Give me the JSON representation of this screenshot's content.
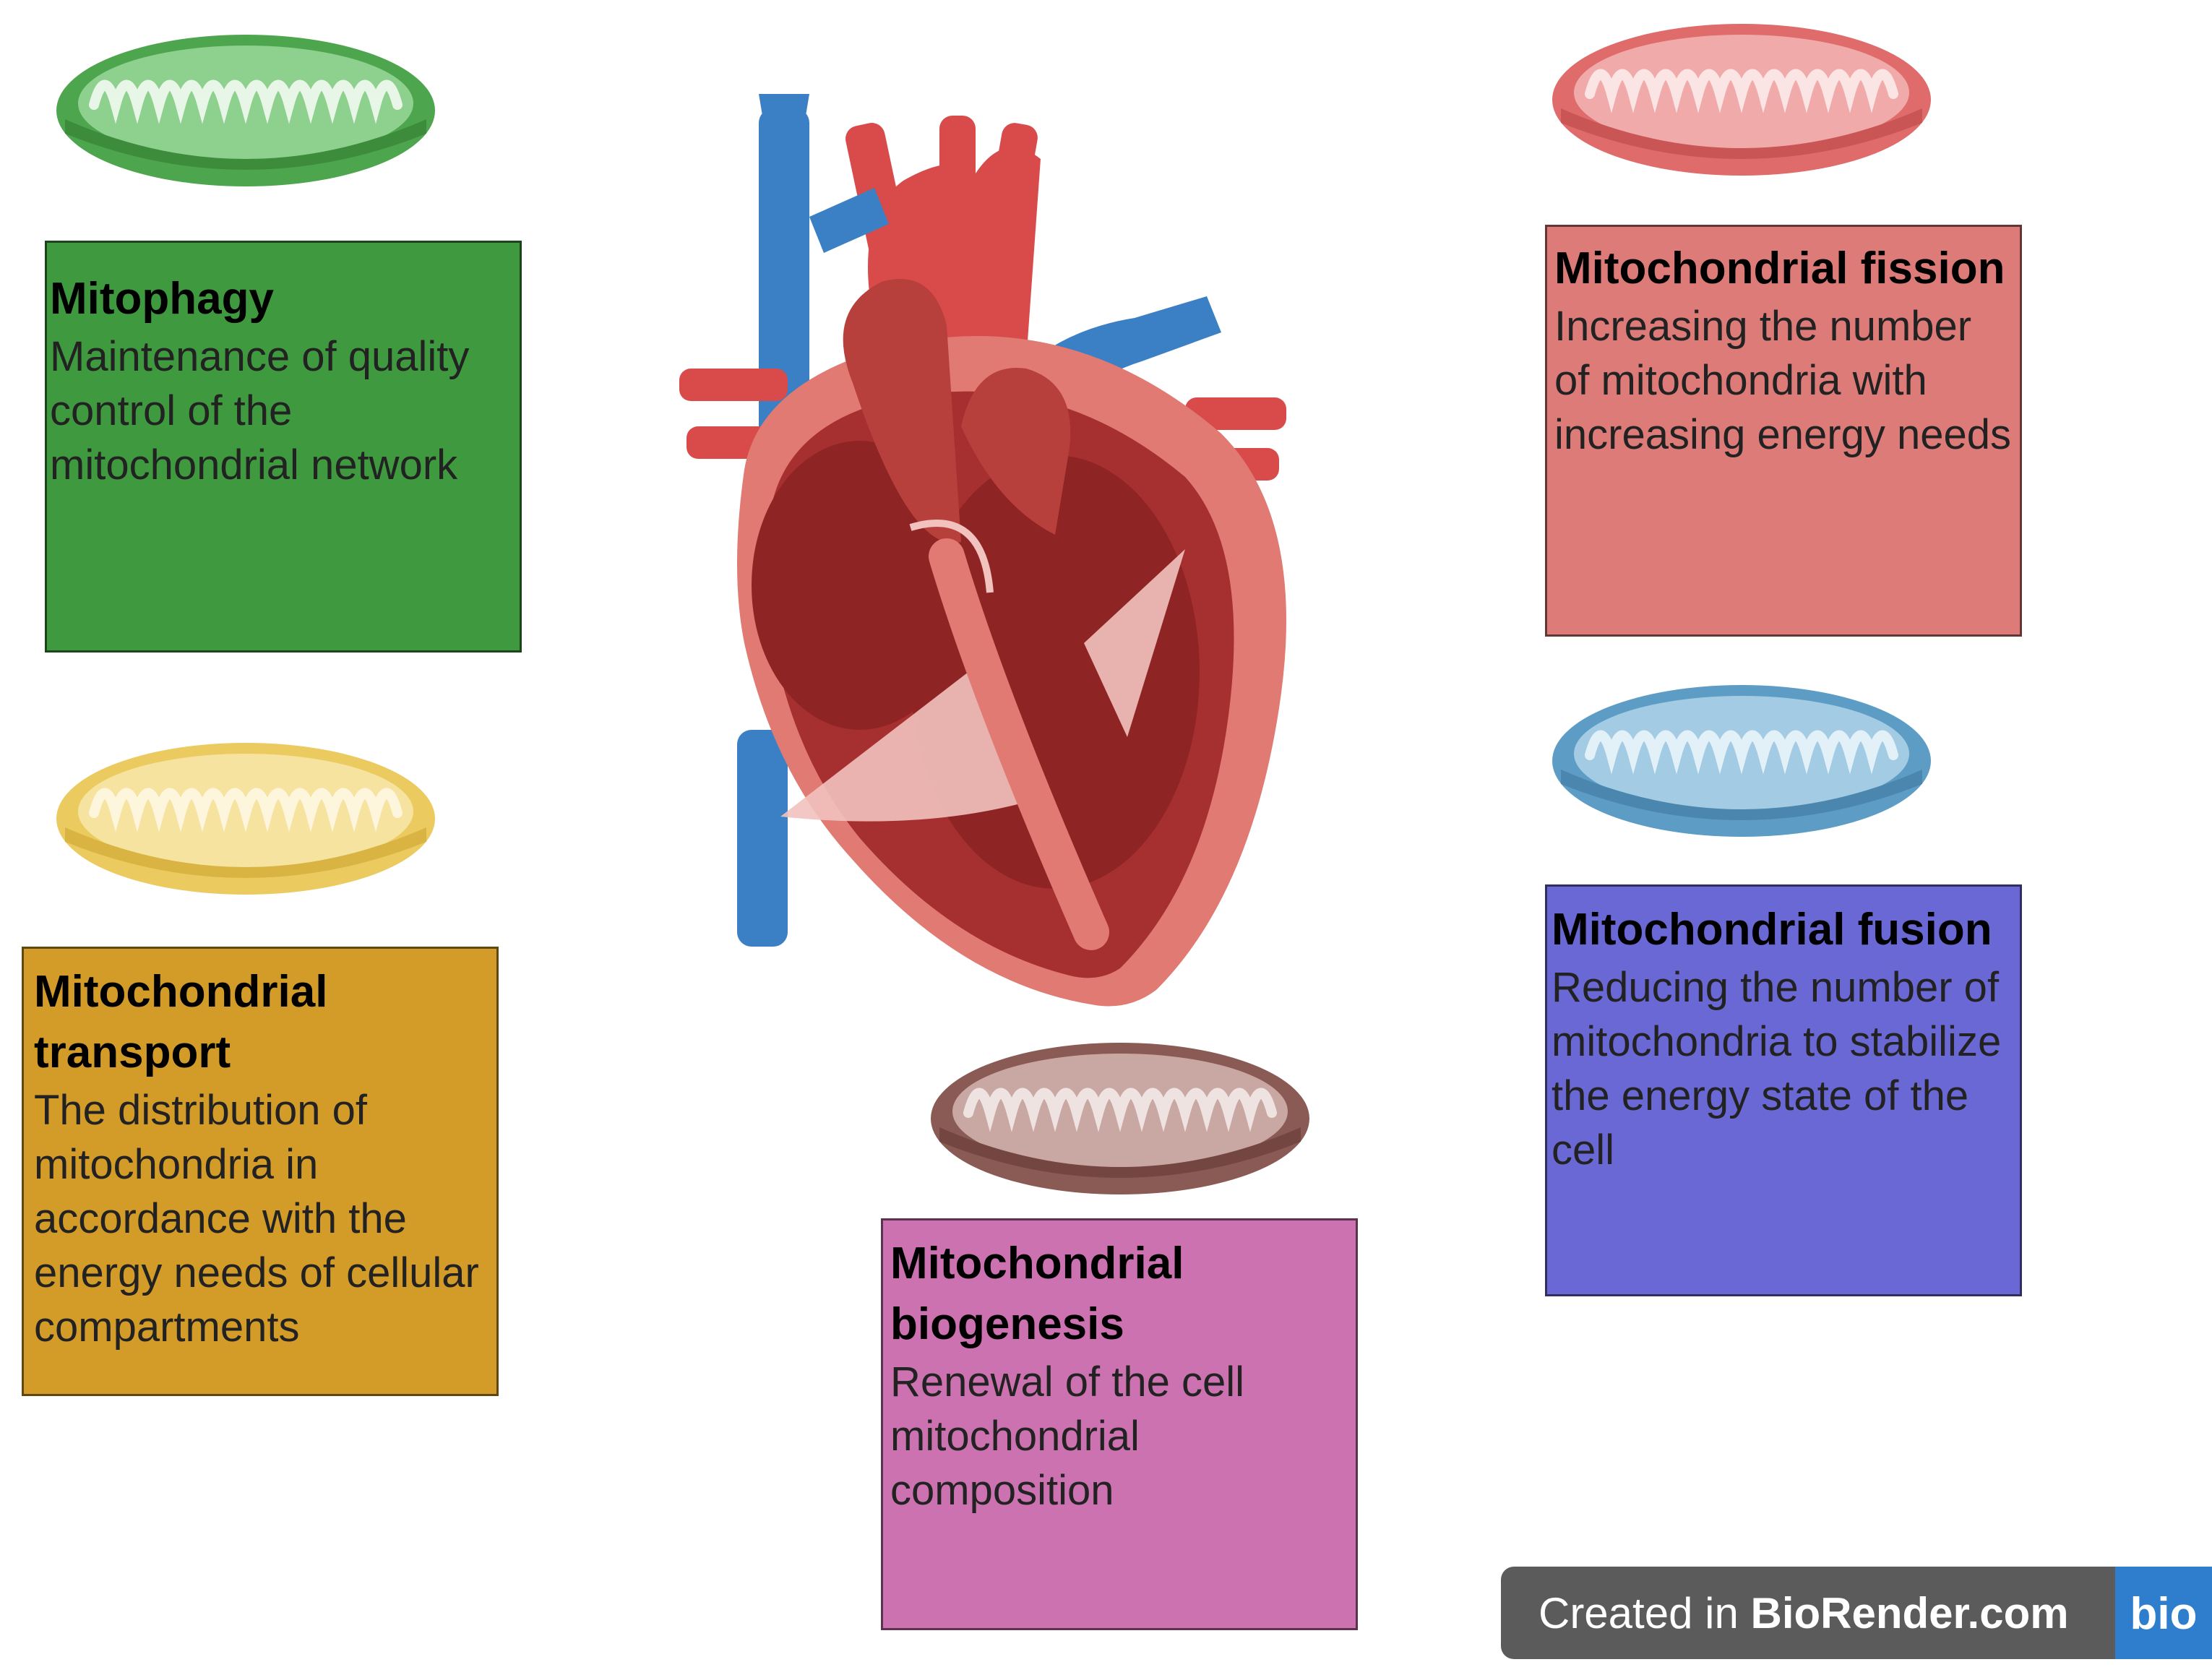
{
  "cards": {
    "mitophagy": {
      "title": "Mitophagy",
      "description": "Maintenance of quality control of the mitochondrial network",
      "color": "#3f9a3f",
      "mito_color": "#5cb85c"
    },
    "transport": {
      "title": "Mitochondrial transport",
      "description": "The distribution of mitochondria in accordance with the energy needs of cellular compartments",
      "color": "#d39b28",
      "mito_color": "#ecc95c"
    },
    "biogenesis": {
      "title": "Mitochondrial biogenesis",
      "description": "Renewal of the cell mitochondrial composition",
      "color": "#cc72b0",
      "mito_color": "#8a5a55"
    },
    "fission": {
      "title": "Mitochondrial fission",
      "description": "Increasing the number of mitochondria with increasing energy needs",
      "color": "#dc7b78",
      "mito_color": "#df6b6b"
    },
    "fusion": {
      "title": "Mitochondrial fusion",
      "description": "Reducing the number of mitochondria to stabilize the energy state of the cell",
      "color": "#6a68d4",
      "mito_color": "#5d9cc4"
    }
  },
  "watermark": {
    "prefix": "Created in ",
    "brand": "BioRender.com",
    "logo_text": "bio"
  }
}
